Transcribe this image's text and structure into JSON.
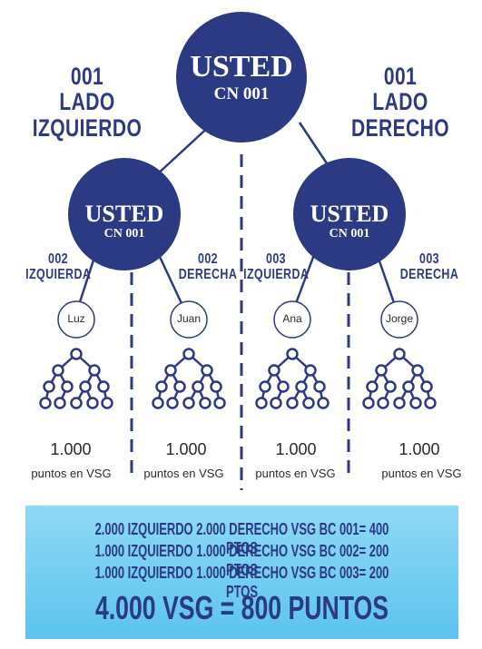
{
  "top": {
    "title": "USTED",
    "code": "CN 001"
  },
  "left_side": {
    "number": "001",
    "label": "LADO IZQUIERDO"
  },
  "right_side": {
    "number": "001",
    "label": "LADO DERECHO"
  },
  "mid_left": {
    "title": "USTED",
    "code": "CN 001"
  },
  "mid_right": {
    "title": "USTED",
    "code": "CN 001"
  },
  "legs": [
    {
      "number": "002",
      "label": "IZQUIERDA"
    },
    {
      "number": "002",
      "label": "DERECHA"
    },
    {
      "number": "003",
      "label": "IZQUIERDA"
    },
    {
      "number": "003",
      "label": "DERECHA"
    }
  ],
  "people": [
    "Luz",
    "Juan",
    "Ana",
    "Jorge"
  ],
  "points": [
    {
      "value": "1.000",
      "text": "puntos en VSG"
    },
    {
      "value": "1.000",
      "text": "puntos en VSG"
    },
    {
      "value": "1.000",
      "text": "puntos en VSG"
    },
    {
      "value": "1.000",
      "text": "puntos en VSG"
    }
  ],
  "summary": {
    "lines": [
      "2.000 IZQUIERDO 2.000 DERECHO VSG BC 001= 400 PTOS",
      "1.000 IZQUIERDO 1.000 DERECHO VSG BC 002= 200 PTOS",
      "1.000 IZQUIERDO 1.000 DERECHO VSG BC 003= 200 PTOS"
    ],
    "total": "4.000 VSG = 800 PUNTOS"
  },
  "colors": {
    "navy": "#2b3a82",
    "summary_bg": "#6ccbf0",
    "text": "#2a2a2a"
  }
}
